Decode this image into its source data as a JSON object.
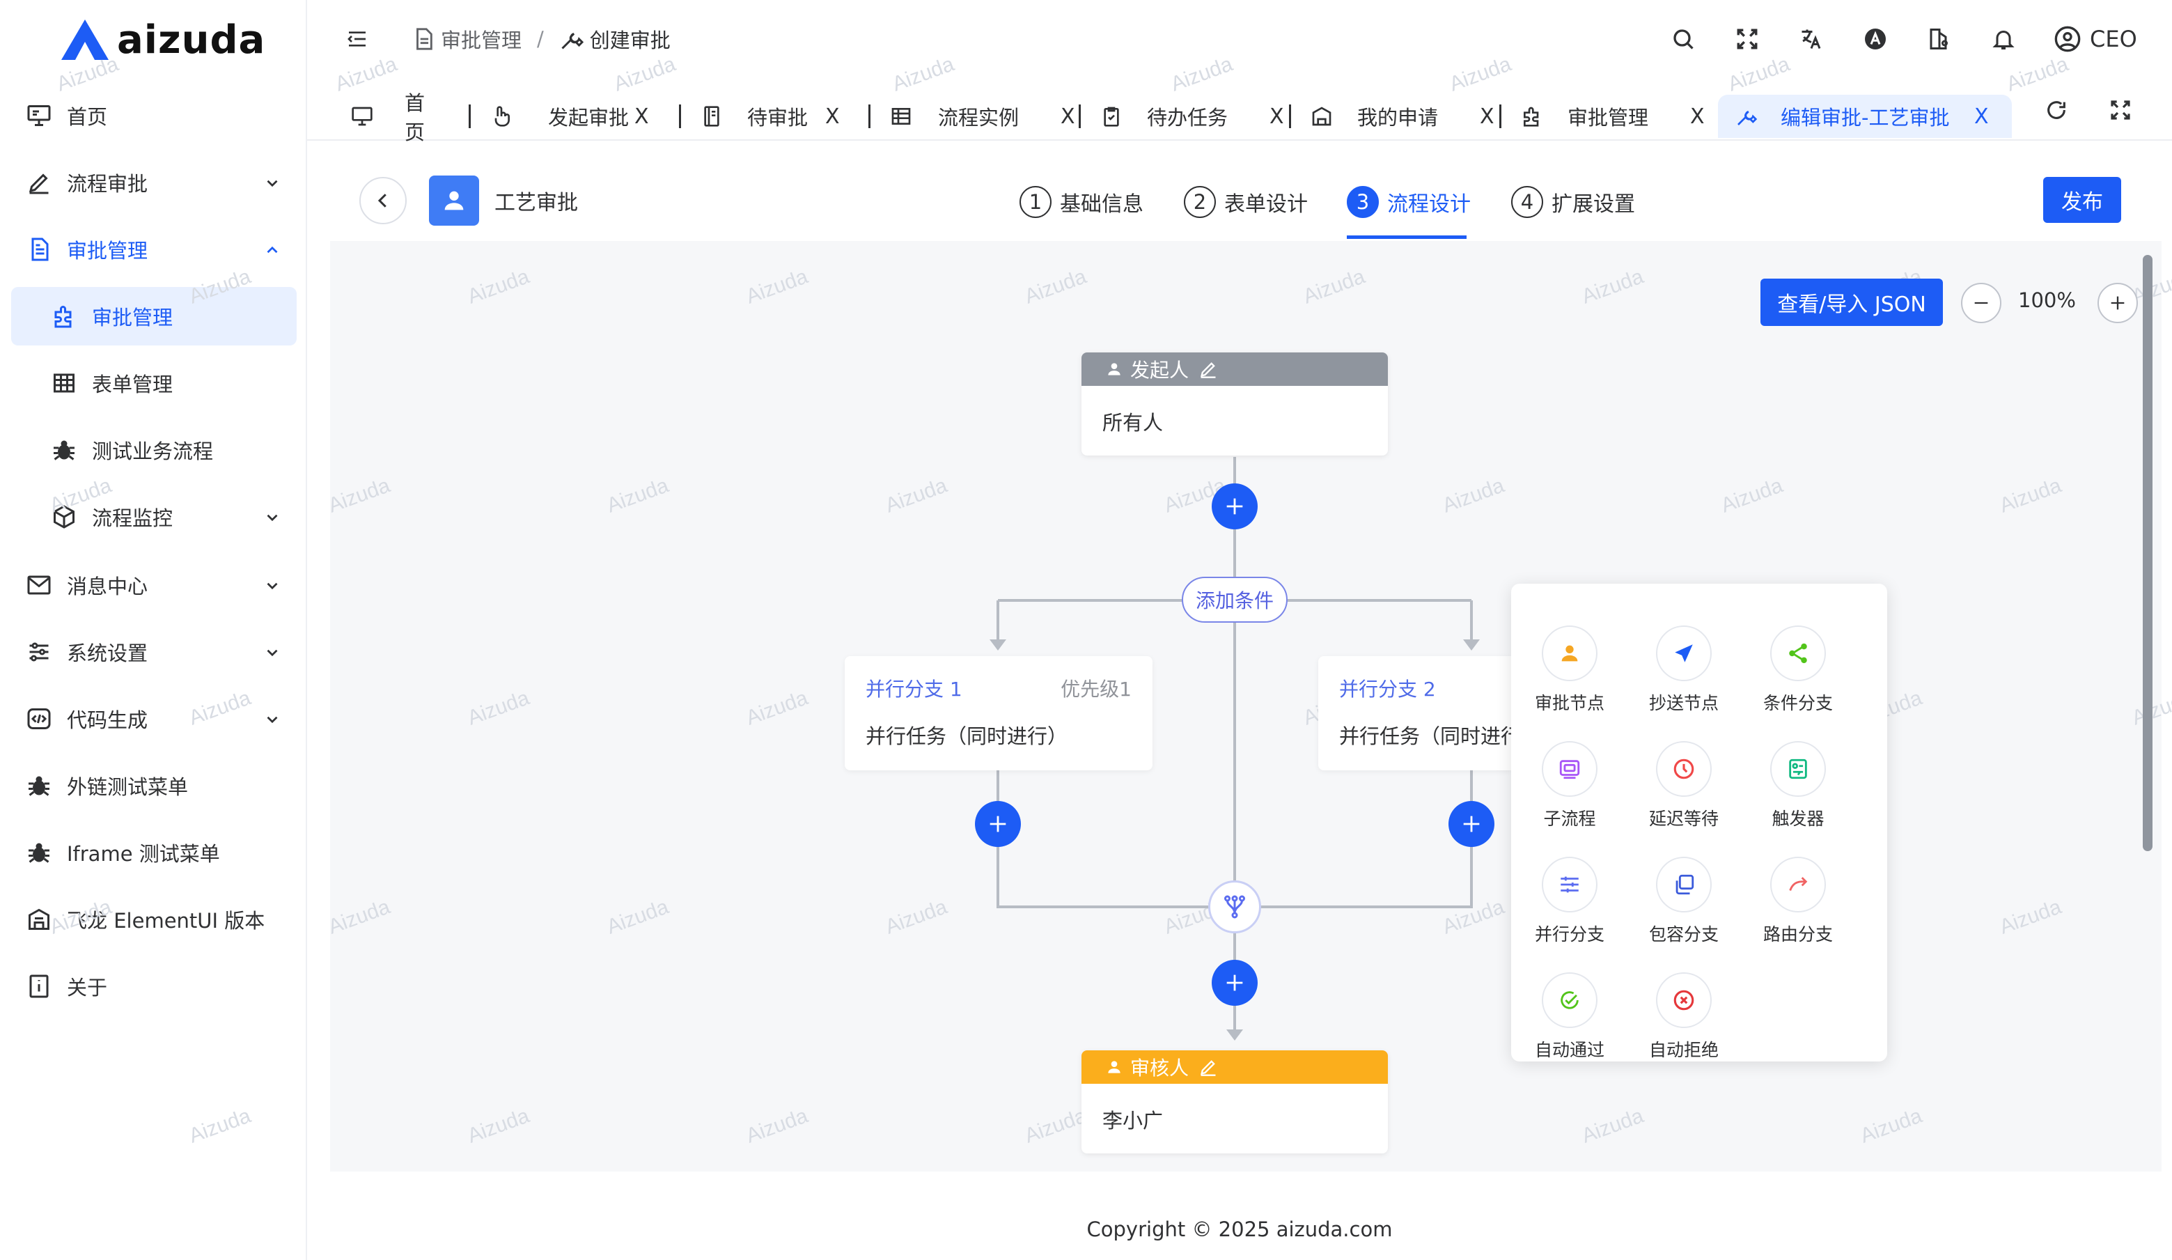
{
  "app": {
    "brand": "aizuda",
    "accent": "#1d5cf5"
  },
  "sidebar": {
    "items": [
      {
        "label": "首页"
      },
      {
        "label": "流程审批"
      },
      {
        "label": "审批管理"
      },
      {
        "label": "审批管理"
      },
      {
        "label": "表单管理"
      },
      {
        "label": "测试业务流程"
      },
      {
        "label": "流程监控"
      },
      {
        "label": "消息中心"
      },
      {
        "label": "系统设置"
      },
      {
        "label": "代码生成"
      },
      {
        "label": "外链测试菜单"
      },
      {
        "label": "Iframe 测试菜单"
      },
      {
        "label": "飞龙 ElementUI 版本"
      },
      {
        "label": "关于"
      }
    ]
  },
  "header": {
    "breadcrumb": [
      "审批管理",
      "/",
      "创建审批"
    ],
    "user": "CEO",
    "icons": [
      "menu-fold-icon",
      "search-icon",
      "fullscreen-icon",
      "translate-icon",
      "theme-icon",
      "layout-icon",
      "bell-icon",
      "user-circle-icon"
    ]
  },
  "tabs": [
    {
      "label": "首页"
    },
    {
      "label": "发起审批",
      "close": "X"
    },
    {
      "label": "待审批",
      "close": "X"
    },
    {
      "label": "流程实例",
      "close": "X"
    },
    {
      "label": "待办任务",
      "close": "X"
    },
    {
      "label": "我的申请",
      "close": "X"
    },
    {
      "label": "审批管理",
      "close": "X"
    },
    {
      "label": "编辑审批-工艺审批",
      "close": "X",
      "active": true
    }
  ],
  "editor": {
    "process_name": "工艺审批",
    "steps": [
      {
        "num": "1",
        "label": "基础信息"
      },
      {
        "num": "2",
        "label": "表单设计"
      },
      {
        "num": "3",
        "label": "流程设计"
      },
      {
        "num": "4",
        "label": "扩展设置"
      }
    ],
    "publish_label": "发布",
    "json_button": "查看/导入 JSON",
    "zoom": "100%"
  },
  "flow": {
    "starter": {
      "title": "发起人",
      "content": "所有人"
    },
    "add_condition": "添加条件",
    "branch1": {
      "title": "并行分支 1",
      "priority": "优先级1",
      "content": "并行任务（同时进行）"
    },
    "branch2": {
      "title": "并行分支 2",
      "content": "并行任务（同时进行"
    },
    "approver": {
      "title": "审核人",
      "content": "李小广"
    }
  },
  "popup": {
    "items": [
      {
        "label": "审批节点",
        "icon": "user-icon",
        "color": "#f5a623"
      },
      {
        "label": "抄送节点",
        "icon": "send-icon",
        "color": "#1d5cf5"
      },
      {
        "label": "条件分支",
        "icon": "share-icon",
        "color": "#52c41a"
      },
      {
        "label": "子流程",
        "icon": "subprocess-icon",
        "color": "#a855f7"
      },
      {
        "label": "延迟等待",
        "icon": "clock-icon",
        "color": "#f04848"
      },
      {
        "label": "触发器",
        "icon": "trigger-icon",
        "color": "#10b981"
      },
      {
        "label": "并行分支",
        "icon": "sliders-icon",
        "color": "#5b6cf0"
      },
      {
        "label": "包容分支",
        "icon": "copy-icon",
        "color": "#3b5bdb"
      },
      {
        "label": "路由分支",
        "icon": "route-icon",
        "color": "#f06363"
      },
      {
        "label": "自动通过",
        "icon": "check-icon",
        "color": "#52c41a"
      },
      {
        "label": "自动拒绝",
        "icon": "reject-icon",
        "color": "#e5383b"
      }
    ]
  },
  "footer": {
    "copyright": "Copyright © 2025 aizuda.com"
  },
  "watermark": "Aizuda"
}
